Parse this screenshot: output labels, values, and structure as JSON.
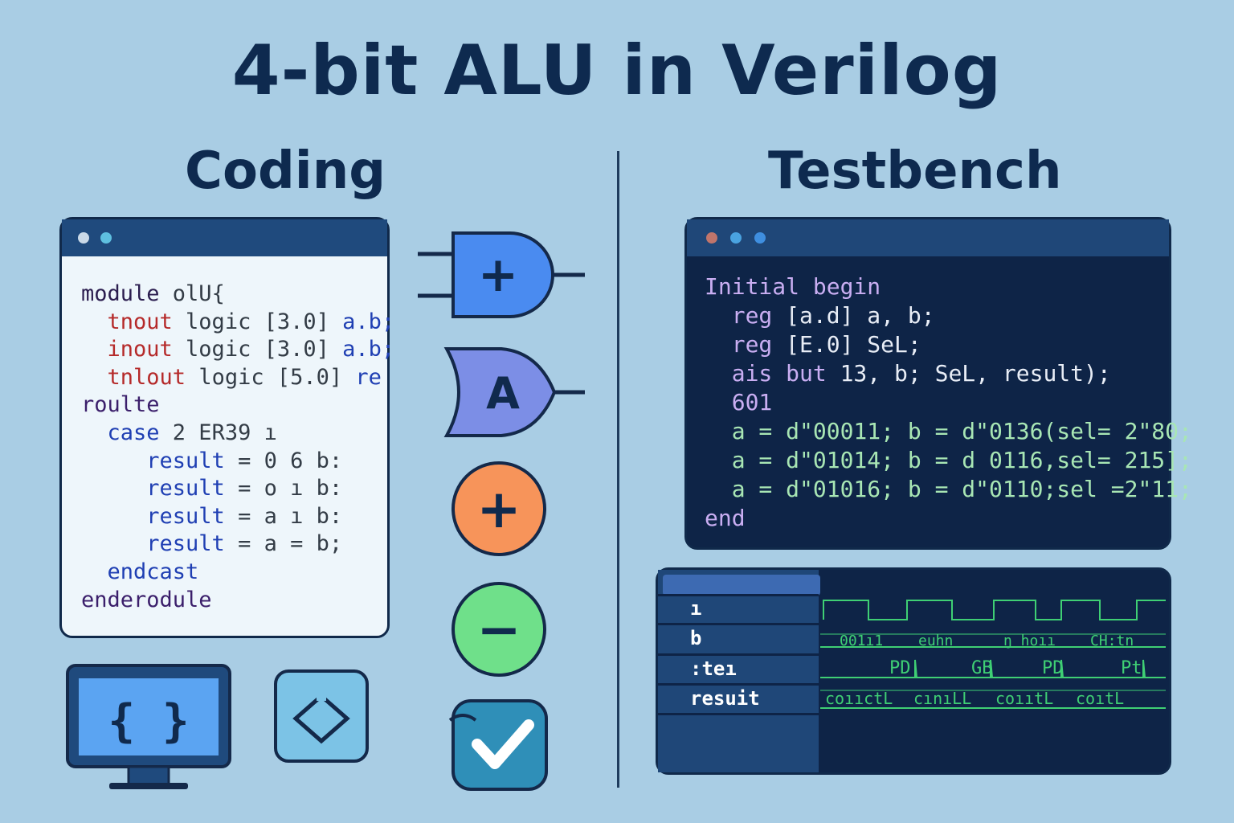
{
  "title": "4-bit ALU in Verilog",
  "coding": {
    "heading": "Coding",
    "lines": [
      {
        "parts": [
          {
            "t": "module ",
            "c": "kw-mod"
          },
          {
            "t": "olU{",
            "c": "kw-gray"
          }
        ]
      },
      {
        "parts": [
          {
            "t": "  tnout ",
            "c": "kw-red"
          },
          {
            "t": "logic [3.0] ",
            "c": "kw-gray"
          },
          {
            "t": "a.b;",
            "c": "kw-blue"
          }
        ]
      },
      {
        "parts": [
          {
            "t": "  inout ",
            "c": "kw-red"
          },
          {
            "t": "logic [3.0] ",
            "c": "kw-gray"
          },
          {
            "t": "a.b;",
            "c": "kw-blue"
          }
        ]
      },
      {
        "parts": [
          {
            "t": "  tnlout ",
            "c": "kw-red"
          },
          {
            "t": "logic [5.0] ",
            "c": "kw-gray"
          },
          {
            "t": "re",
            "c": "kw-blue"
          }
        ]
      },
      {
        "parts": [
          {
            "t": "roulte",
            "c": "kw-purple"
          }
        ]
      },
      {
        "parts": [
          {
            "t": "  case ",
            "c": "kw-blue"
          },
          {
            "t": "2 ER39 ı",
            "c": "kw-gray"
          }
        ]
      },
      {
        "parts": [
          {
            "t": "     result ",
            "c": "kw-blue"
          },
          {
            "t": "= 0 6 b:",
            "c": "kw-gray"
          }
        ]
      },
      {
        "parts": [
          {
            "t": "     result ",
            "c": "kw-blue"
          },
          {
            "t": "= o ı b:",
            "c": "kw-gray"
          }
        ]
      },
      {
        "parts": [
          {
            "t": "     result ",
            "c": "kw-blue"
          },
          {
            "t": "= a ı b:",
            "c": "kw-gray"
          }
        ]
      },
      {
        "parts": [
          {
            "t": "     result ",
            "c": "kw-blue"
          },
          {
            "t": "= a = b;",
            "c": "kw-gray"
          }
        ]
      },
      {
        "parts": [
          {
            "t": "  endcast",
            "c": "kw-blue"
          }
        ]
      },
      {
        "parts": [
          {
            "t": "enderodule",
            "c": "kw-purple"
          }
        ]
      }
    ]
  },
  "testbench": {
    "heading": "Testbench",
    "lines": [
      {
        "parts": [
          {
            "t": "Initial begin",
            "c": "c-lav"
          }
        ]
      },
      {
        "parts": [
          {
            "t": "  reg ",
            "c": "c-lav"
          },
          {
            "t": "[a.d] a, b;",
            "c": "c-wh"
          }
        ]
      },
      {
        "parts": [
          {
            "t": "  reg ",
            "c": "c-lav"
          },
          {
            "t": "[E.0] SeL;",
            "c": "c-wh"
          }
        ]
      },
      {
        "parts": [
          {
            "t": "  ais but ",
            "c": "c-lav"
          },
          {
            "t": "13, b; SeL, result);",
            "c": "c-wh"
          }
        ]
      },
      {
        "parts": [
          {
            "t": "  601",
            "c": "c-lav"
          }
        ]
      },
      {
        "parts": [
          {
            "t": "  a = d\"00011; b = d\"0136(sel= 2\"80;",
            "c": "c-grn"
          }
        ]
      },
      {
        "parts": [
          {
            "t": "  a = d\"01014; b = d 0116,sel= 215];",
            "c": "c-grn"
          }
        ]
      },
      {
        "parts": [
          {
            "t": "  a = d\"01016; b = d\"0110;sel =2\"11;",
            "c": "c-grn"
          }
        ]
      },
      {
        "parts": [
          {
            "t": "end",
            "c": "c-lav"
          }
        ]
      }
    ]
  },
  "waveform": {
    "signals": [
      "ı",
      "b",
      ":teı",
      "resuit"
    ],
    "b_values": [
      "001ı1",
      "euhn",
      "ŋ hoıı",
      "CH:tn"
    ],
    "sel_values": [
      "PD",
      "GB",
      "PD",
      "Pt"
    ],
    "result_values": [
      "coııctL",
      "cınıLL",
      "coııtL",
      "coıtL"
    ],
    "signal_color": "#3fcf74"
  },
  "operators": [
    {
      "symbol": "+",
      "shape": "and-gate",
      "color": "#4a8bf0"
    },
    {
      "symbol": "A",
      "shape": "or-gate",
      "color": "#7c8ee6"
    },
    {
      "symbol": "+",
      "shape": "circle",
      "color": "#f7945a"
    },
    {
      "symbol": "−",
      "shape": "circle",
      "color": "#6fe08a"
    },
    {
      "symbol": "check",
      "shape": "badge",
      "color": "#2f8fb8"
    }
  ],
  "icons": [
    "monitor-braces-icon",
    "code-diamond-icon"
  ],
  "monitor_glyph": "{ }"
}
